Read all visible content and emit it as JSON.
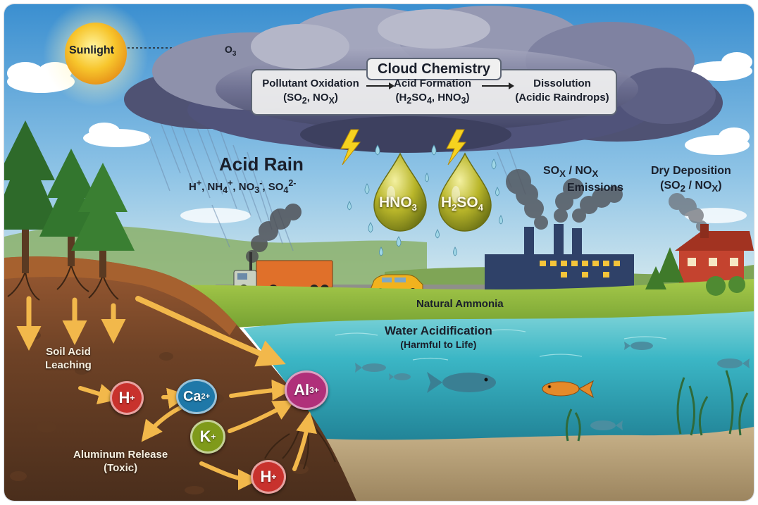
{
  "sun": {
    "label": "Sunlight",
    "ozone": "O",
    "ozone_sub": "3"
  },
  "cloud_chemistry": {
    "title": "Cloud Chemistry",
    "steps": [
      {
        "label": "Pollutant Oxidation",
        "detail": "(SO2, NOX)"
      },
      {
        "label": "Acid Formation",
        "detail": "(H2SO4, HNO3)"
      },
      {
        "label": "Dissolution",
        "detail": "(Acidic Raindrops)"
      }
    ]
  },
  "acid_rain": {
    "title": "Acid Rain",
    "ions": "H+, NH4+, NO3-, SO42-"
  },
  "raindrops": [
    {
      "formula": "HNO3",
      "color": "#b9b62a"
    },
    {
      "formula": "H2SO4",
      "color": "#b9b62a"
    }
  ],
  "emissions": {
    "label": "SOX / NOX Emissions"
  },
  "dry_deposition": {
    "title": "Dry Deposition",
    "detail": "(SO2 / NOX)"
  },
  "natural_ammonia": "Natural Ammonia",
  "water": {
    "title": "Water Acidification",
    "detail": "(Harmful to Life)"
  },
  "soil": {
    "leaching": "Soil Acid Leaching",
    "aluminum": "Aluminum Release",
    "aluminum_detail": "(Toxic)"
  },
  "ions": [
    {
      "id": "h1",
      "symbol": "H",
      "charge": "+",
      "color": "#c8322d"
    },
    {
      "id": "ca",
      "symbol": "Ca",
      "charge": "2+",
      "color": "#1f78a8"
    },
    {
      "id": "al",
      "symbol": "Al",
      "charge": "3+",
      "color": "#b0307a"
    },
    {
      "id": "k",
      "symbol": "K",
      "charge": "+",
      "color": "#7f9a1a"
    },
    {
      "id": "h2",
      "symbol": "H",
      "charge": "+",
      "color": "#c8322d"
    }
  ],
  "colors": {
    "sky_top": "#3b8fd0",
    "sky_bottom": "#cfe8f5",
    "cloud_dark": "#4a4d6e",
    "cloud_light": "#9c9fb7",
    "soil": "#7b4a2b",
    "water": "#3bb6c5",
    "arrow": "#f2b84b"
  }
}
